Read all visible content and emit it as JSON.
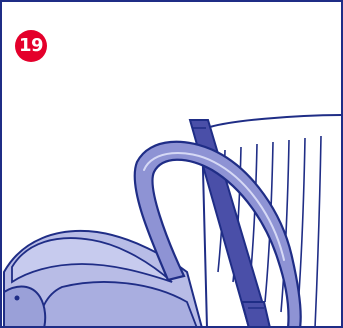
{
  "step": {
    "number": "19"
  },
  "colors": {
    "outline": "#1f2d86",
    "seat_fill": "#b8bce6",
    "seat_shade": "#8e93d4",
    "belt": "#4a4fa8",
    "badge": "#e4002b",
    "background": "#ffffff"
  },
  "icons": [
    "car-seat-illustration",
    "vehicle-seat-backrest",
    "seat-belt",
    "carrier-handle"
  ]
}
